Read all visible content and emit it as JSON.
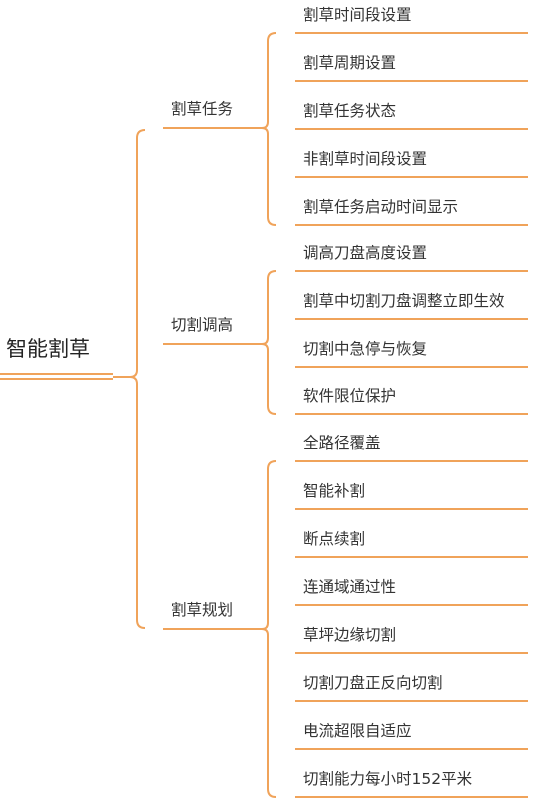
{
  "root": {
    "label": "智能割草"
  },
  "branches": [
    {
      "label": "割草任务",
      "leaves": [
        "割草时间段设置",
        "割草周期设置",
        "割草任务状态",
        "非割草时间段设置",
        "割草任务启动时间显示"
      ]
    },
    {
      "label": "切割调高",
      "leaves": [
        "调高刀盘高度设置",
        "割草中切割刀盘调整立即生效",
        "切割中急停与恢复",
        "软件限位保护"
      ]
    },
    {
      "label": "割草规划",
      "leaves": [
        "全路径覆盖",
        "智能补割",
        "断点续割",
        "连通域通过性",
        "草坪边缘切割",
        "切割刀盘正反向切割",
        "电流超限自适应",
        "切割能力每小时152平米"
      ]
    }
  ],
  "colors": {
    "line": "#F0A35A",
    "text": "#333333"
  }
}
